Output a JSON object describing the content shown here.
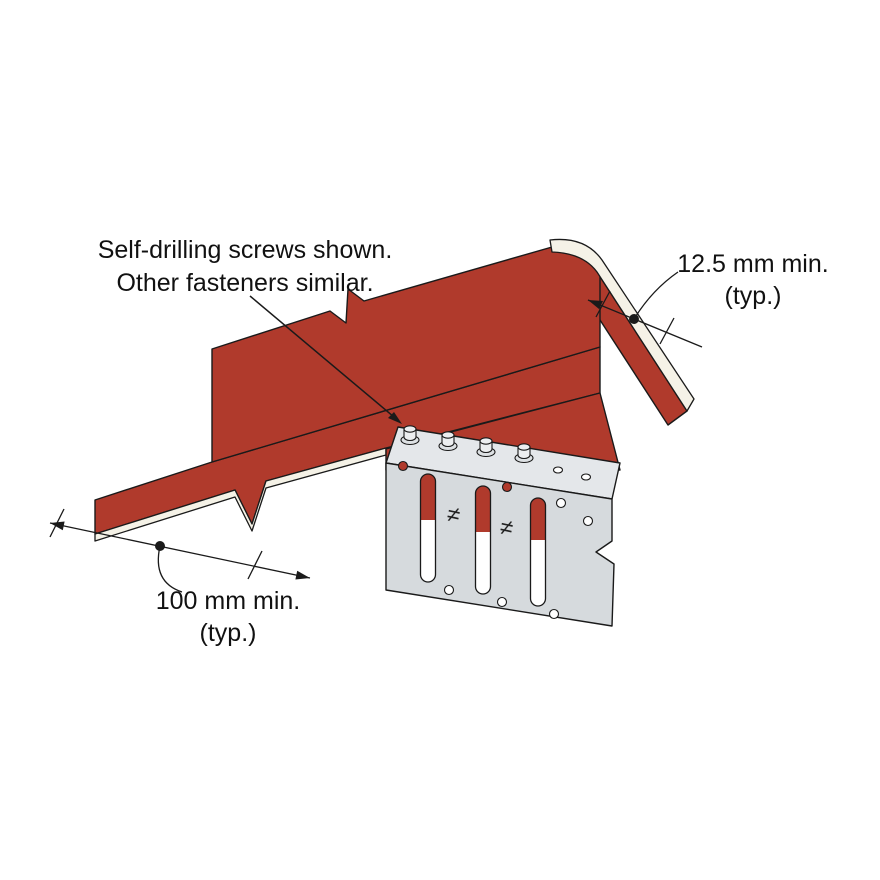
{
  "diagram": {
    "note": {
      "line1": "Self-drilling screws shown.",
      "line2": "Other fasteners similar."
    },
    "dimensions": {
      "right": {
        "line1": "12.5 mm min.",
        "line2": "(typ.)"
      },
      "left": {
        "line1": "100 mm min.",
        "line2": "(typ.)"
      }
    },
    "stamp": {
      "not_equal": "≠"
    }
  },
  "colors": {
    "member_red": "#B03A2C",
    "bracket_face": "#D6DADD",
    "bracket_band": "#E4E7EA",
    "steel_edge": "#F5F2E7",
    "outline": "#1A1A1A",
    "text": "#111111",
    "background": "#FFFFFF"
  }
}
